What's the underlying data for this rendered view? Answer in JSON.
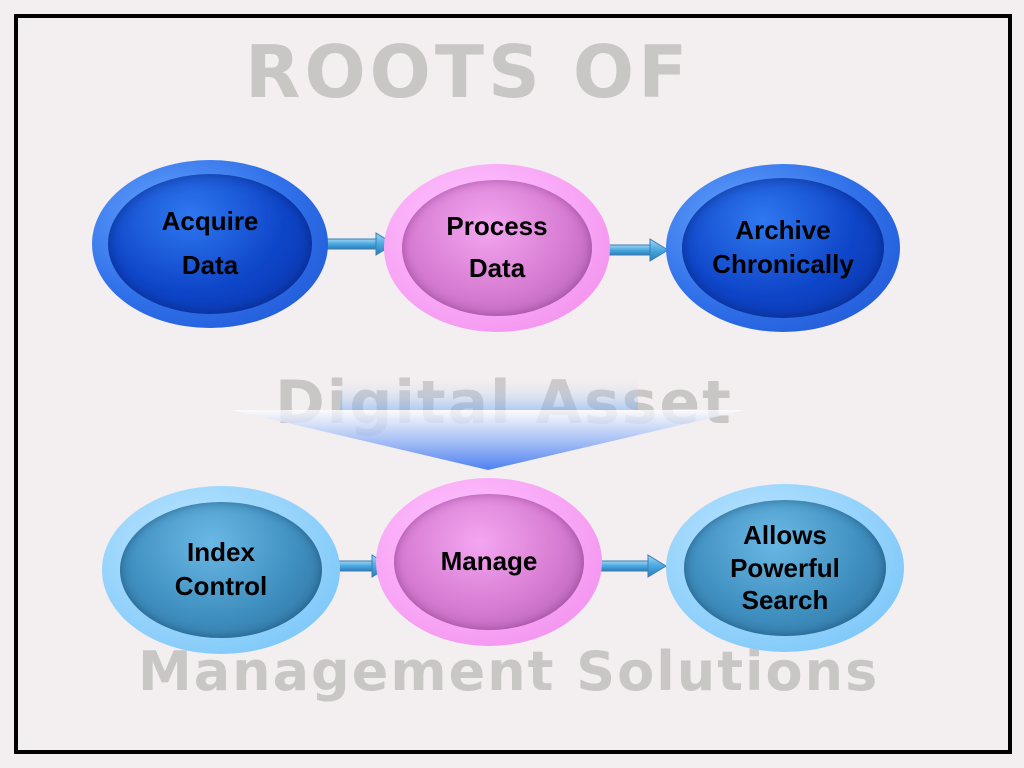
{
  "background_text": {
    "line1": "ROOTS OF",
    "line2": "Digital Asset",
    "line3": "Management Solutions"
  },
  "top_row": [
    {
      "lines": [
        "Acquire",
        "Data"
      ],
      "style": "blue"
    },
    {
      "lines": [
        "Process",
        "Data"
      ],
      "style": "pink"
    },
    {
      "lines": [
        "Archive",
        "Chronically"
      ],
      "style": "blue"
    }
  ],
  "bottom_row": [
    {
      "lines": [
        "Index",
        "Control"
      ],
      "style": "light-blue"
    },
    {
      "lines": [
        "Manage"
      ],
      "style": "pink"
    },
    {
      "lines": [
        "Allows",
        "Powerful",
        "Search"
      ],
      "style": "light-blue"
    }
  ],
  "colors": {
    "frame": "#000000",
    "background": "#f3eeef",
    "watermark_text": "#c9c6c6",
    "blue": "#1a4fd0",
    "pink": "#f7a2f4",
    "light_blue": "#8fd0fb",
    "arrow": "#4aa8e0"
  }
}
